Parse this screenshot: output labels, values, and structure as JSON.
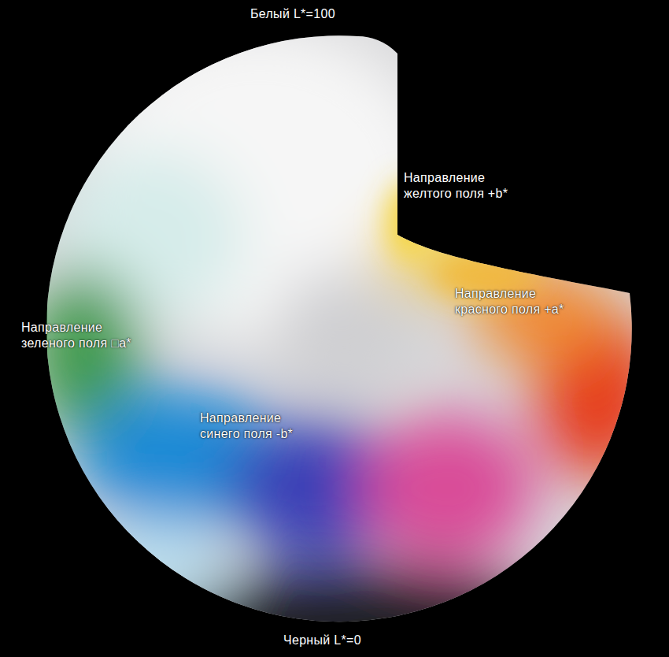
{
  "diagram": {
    "labels": [
      "Белый L*=100",
      "Направление желтого поля +b*",
      "Направление красного поля +a*",
      "Направление зеленого поля □a*",
      "Направление синего поля -b*",
      "Черный L*=0"
    ]
  }
}
